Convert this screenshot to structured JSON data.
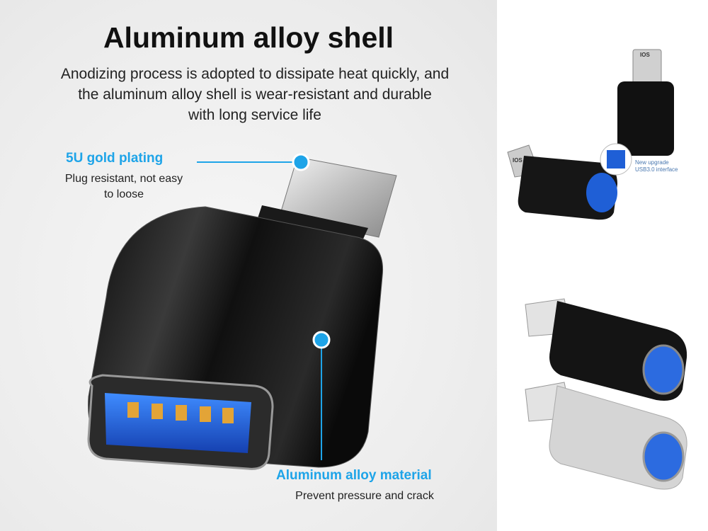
{
  "heading": {
    "title": "Aluminum alloy shell",
    "description": [
      "Anodizing process is adopted to dissipate heat quickly, and",
      "the aluminum alloy shell is wear-resistant and durable",
      "with long service life"
    ]
  },
  "callouts": [
    {
      "title": "5U gold plating",
      "text": [
        "Plug resistant, not easy",
        "to loose"
      ]
    },
    {
      "title": "Aluminum alloy material",
      "text": [
        "Prevent pressure and crack"
      ]
    }
  ],
  "side_images": {
    "connector_label": "IOS",
    "upgrade_note": [
      "New upgrade",
      "USB3.0 interface"
    ]
  },
  "colors": {
    "accent": "#1ea4e8",
    "usb_blue": "#1f5fd6",
    "body_black": "#151515",
    "body_silver": "#d8d8d8"
  }
}
